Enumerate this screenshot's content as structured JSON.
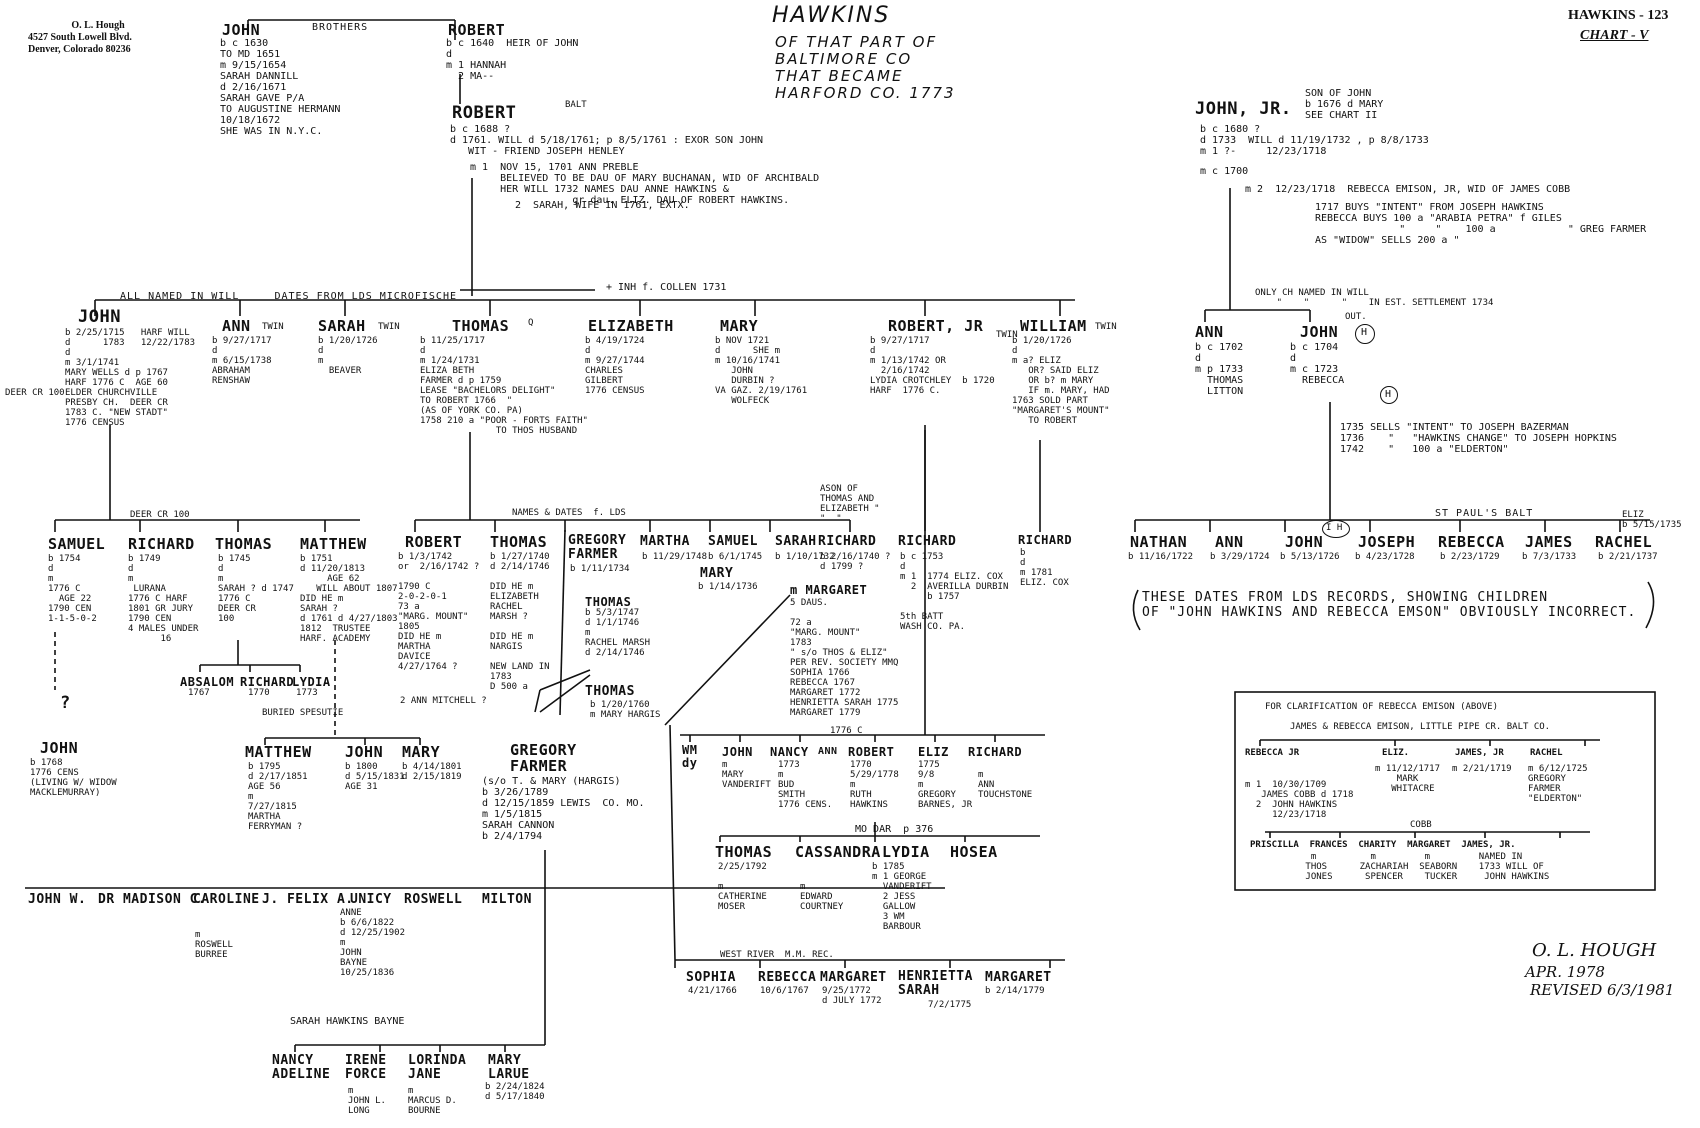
{
  "header": {
    "author_name": "O. L. Hough",
    "author_street": "4527 South Lowell Blvd.",
    "author_city": "Denver, Colorado 80236",
    "title": "HAWKINS",
    "subtitle": "OF THAT PART OF\nBALTIMORE CO\nTHAT BECAME\nHARFORD CO. 1773",
    "chart_id": "HAWKINS - 123",
    "chart_no": "CHART - V"
  },
  "gen1": {
    "john": {
      "name": "JOHN",
      "details": "b c 1630\nTO MD 1651\nm 9/15/1654\nSARAH DANNILL\nd 2/16/1671\nSARAH GAVE P/A\nTO AUGUSTINE HERMANN\n10/18/1672\nSHE WAS IN N.Y.C."
    },
    "brothers": "BROTHERS",
    "robert1640": {
      "name": "ROBERT",
      "details": "b c 1640  HEIR OF JOHN\nd\nm 1 HANNAH\n  2 MA--"
    }
  },
  "robert_balt": {
    "name": "ROBERT",
    "tag": "BALT",
    "details": "b c 1688 ?\nd 1761. WILL d 5/18/1761; p 8/5/1761 : EXOR SON JOHN\n   WIT - FRIEND JOSEPH HENLEY",
    "m1": "m 1  NOV 15, 1701 ANN PREBLE\n     BELIEVED TO BE DAU OF MARY BUCHANAN, WID OF ARCHIBALD\n     HER WILL 1732 NAMES DAU ANNE HAWKINS &\n                 gr dau. ELIZ. DAU OF ROBERT HAWKINS.",
    "m2": "2  SARAH, WIFE IN 1761, EXTX.",
    "inh": "+ INH f. COLLEN 1731"
  },
  "children_bar": "ALL NAMED IN WILL     DATES FROM LDS MICROFISCHE",
  "gen3": [
    {
      "name": "JOHN",
      "details": "b 2/25/1715   HARF WILL\nd      1783   12/22/1783\nd\nm 3/1/1741\nMARY WELLS d p 1767\nHARF 1776 C  AGE 60\nELDER CHURCHVILLE\nPRESBY CH.  DEER CR\n1783 C. \"NEW STADT\"\n1776 CENSUS",
      "pre": "DEER CR 100"
    },
    {
      "name": "ANN",
      "tag": "TWIN",
      "details": "b 9/27/1717\nd\nm 6/15/1738\nABRAHAM\nRENSHAW"
    },
    {
      "name": "SARAH",
      "tag": "TWIN",
      "details": "b 1/20/1726\nd\nm\n  BEAVER"
    },
    {
      "name": "THOMAS",
      "tag": "Q",
      "details": "b 11/25/1717\nd\nm 1/24/1731\nELIZA BETH\nFARMER d p 1759\nLEASE \"BACHELORS DELIGHT\"\nTO ROBERT 1766  \"\n(AS OF YORK CO. PA)\n1758 210 a \"POOR - FORTS FAITH\"\n              TO THOS HUSBAND"
    },
    {
      "name": "ELIZABETH",
      "details": "b 4/19/1724\nd\nm 9/27/1744\nCHARLES\nGILBERT\n1776 CENSUS"
    },
    {
      "name": "MARY",
      "details": "b NOV 1721\nd      SHE m\nm 10/16/1741\n   JOHN\n   DURBIN ?\nVA GAZ. 2/19/1761\n   WOLFECK"
    },
    {
      "name": "ROBERT, JR",
      "tag": "TWIN",
      "details": "b 9/27/1717\nd\nm 1/13/1742 OR\n  2/16/1742\nLYDIA CROTCHLEY  b 1720\nHARF  1776 C."
    },
    {
      "name": "WILLIAM",
      "tag": "TWIN",
      "details": "b 1/20/1726\nd\nm a? ELIZ\n   OR? SAID ELIZ\n   OR b? m MARY\n   IF m. MARY, HAD\n1763 SOLD PART\n\"MARGARET'S MOUNT\"\n   TO ROBERT"
    }
  ],
  "john_jr": {
    "name": "JOHN, JR.",
    "note": "SON OF JOHN\nb 1676 d MARY\nSEE CHART II",
    "details": "b c 1680 ?\nd 1733  WILL d 11/19/1732 , p 8/8/1733\nm 1 ?-     12/23/1718",
    "m_c": "m c 1700",
    "m2": "m 2  12/23/1718  REBECCA EMISON, JR, WID OF JAMES COBB",
    "m2_notes": "1717 BUYS \"INTENT\" FROM JOSEPH HAWKINS\nREBECCA BUYS 100 a \"ARABIA PETRA\" f GILES\n              \"     \"    100 a            \" GREG FARMER\nAS \"WIDOW\" SELLS 200 a \"",
    "only_ch": "ONLY CH NAMED IN WILL\n    \"    \"      \"    IN EST. SETTLEMENT 1734",
    "ann": {
      "name": "ANN",
      "details": "b c 1702\nd\nm p 1733\n  THOMAS\n  LITTON"
    },
    "john": {
      "name": "JOHN",
      "tag": "H",
      "out": "OUT.",
      "details": "b c 1704\nd\nm c 1723\n  REBECCA",
      "reb_tag": "H",
      "sales": "1735 SELLS \"INTENT\" TO JOSEPH BAZERMAN\n1736    \"   \"HAWKINS CHANGE\" TO JOSEPH HOPKINS\n1742    \"   100 a \"ELDERTON\""
    },
    "st_pauls": "ST PAUL'S BALT"
  },
  "john_jr_children": [
    {
      "name": "NATHAN",
      "dates": "b 11/16/1722"
    },
    {
      "name": "ANN",
      "dates": "b 3/29/1724"
    },
    {
      "name": "JOHN",
      "tag": "I H",
      "dates": "b 5/13/1726"
    },
    {
      "name": "JOSEPH",
      "dates": "b 4/23/1728"
    },
    {
      "name": "REBECCA",
      "dates": "b 2/23/1729"
    },
    {
      "name": "JAMES",
      "dates": "b 7/3/1733"
    },
    {
      "name": "RACHEL",
      "tag": "ELIZ\nb 5/15/1735",
      "dates": "b 2/21/1737"
    }
  ],
  "lds_note": "THESE DATES FROM LDS RECORDS, SHOWING CHILDREN\nOF \"JOHN HAWKINS AND REBECCA EMSON\" OBVIOUSLY INCORRECT.",
  "clarify_box": {
    "title": "FOR CLARIFICATION OF REBECCA EMISON (ABOVE)",
    "parents": "JAMES & REBECCA EMISON, LITTLE PIPE CR. BALT CO.",
    "kids": [
      {
        "name": "REBECCA JR",
        "details": "m 1  10/30/1709\n   JAMES COBB d 1718\n  2  JOHN HAWKINS\n     12/23/1718"
      },
      {
        "name": "ELIZ.",
        "details": "m 11/12/1717\n    MARK\n   WHITACRE"
      },
      {
        "name": "JAMES, JR",
        "details": "m 2/21/1719"
      },
      {
        "name": "RACHEL",
        "details": "m 6/12/1725\nGREGORY\nFARMER\n\"ELDERTON\""
      }
    ],
    "cobb": "COBB",
    "grandkids": "PRISCILLA  FRANCES  CHARITY  MARGARET  JAMES, JR.",
    "spouses": "  m          m         m         NAMED IN\n THOS      ZACHARIAH  SEABORN    1733 WILL OF\n JONES      SPENCER    TUCKER     JOHN HAWKINS"
  },
  "signature": {
    "name": "O. L. HOUGH",
    "date": "APR. 1978",
    "revised": "REVISED 6/3/1981"
  },
  "john_kids_bar": "DEER CR 100",
  "gen4_john": [
    {
      "name": "SAMUEL",
      "details": "b 1754\nd\nm\n1776 C\n  AGE 22\n1790 CEN\n1-1-5-0-2"
    },
    {
      "name": "RICHARD",
      "details": "b 1749\nd\nm\n LURANA\n1776 C HARF\n1801 GR JURY\n1790 CEN\n4 MALES UNDER\n      16"
    },
    {
      "name": "THOMAS",
      "details": "b 1745\nd\nm\nSARAH ? d 1747\n1776 C\nDEER CR\n100"
    },
    {
      "name": "MATTHEW",
      "details": "b 1751\nd 11/20/1813\n     AGE 62\n   WILL ABOUT 1807\nDID HE m\nSARAH ?\nd 1761 d 4/27/1803\n1812  TRUSTEE\nHARF. ACADEMY"
    }
  ],
  "thomas_kids_bar": "NAMES & DATES  f. LDS",
  "margaret_note": "ASON OF\nTHOMAS AND\nELIZABETH \"\n\"  \"",
  "gen4_thomas": [
    {
      "name": "ROBERT",
      "details": "b 1/3/1742\nor  2/16/1742 ?\n\n1790 C\n2-0-2-0-1\n73 a\n\"MARG. MOUNT\"\n1805\nDID HE m\nMARTHA\nDAVICE\n4/27/1764 ?"
    },
    {
      "name": "THOMAS",
      "details": "b 1/27/1740\nd 2/14/1746\n\nDID HE m\nELIZABETH\nRACHEL\nMARSH ?\n\nDID HE m\nNARGIS\n\nNEW LAND IN\n1783\nD 500 a"
    },
    {
      "name": "GREGORY\nFARMER",
      "details": "b 1/11/1734"
    },
    {
      "name": "MARTHA",
      "details": "b 11/29/1748"
    },
    {
      "name": "SAMUEL",
      "details": "b 6/1/1745"
    },
    {
      "name": "SARAH",
      "details": "b 1/10/1732"
    },
    {
      "name": "RICHARD",
      "details": "b 2/16/1740 ?\nd 1799 ?"
    },
    {
      "name": "MARY",
      "details": "b 1/14/1736"
    }
  ],
  "thomas_marsh": {
    "name": "THOMAS",
    "details": "b 5/3/1747\nd 1/1/1746\nm\nRACHEL MARSH\nd 2/14/1746"
  },
  "thomas1760": {
    "name": "THOMAS",
    "details": "b 1/20/1760\nm MARY HARGIS"
  },
  "ann_mitchell": "2 ANN MITCHELL ?",
  "gregory": {
    "name": "GREGORY\nFARMER",
    "details": "(s/o T. & MARY (HARGIS)\nb 3/26/1789\nd 12/15/1859 LEWIS  CO. MO.\nm 1/5/1815\nSARAH CANNON\nb 2/4/1794"
  },
  "richard_kids": {
    "margaret": {
      "name": "m MARGARET",
      "details": "5 DAUS.\n\n72 a\n\"MARG. MOUNT\"\n1783\n\" s/o THOS & ELIZ\"\nPER REV. SOCIETY MMQ\nSOPHIA 1766\nREBECCA 1767\nMARGARET 1772\nHENRIETTA SARAH 1775\nMARGARET 1779"
    },
    "richard1753": {
      "name": "RICHARD",
      "details": "b c 1753\nd\nm 1  1774 ELIZ. COX\n  2  AVERILLA DURBIN\n     b 1757\n\n5th BATT\nWASH CO. PA."
    },
    "richard_cox": {
      "name": "RICHARD",
      "details": "b\nd\nm 1781\nELIZ. COX"
    }
  },
  "robert_kids_bar": "1776 C",
  "gen4_robert": [
    {
      "name": "WM\ndy",
      "details": ""
    },
    {
      "name": "JOHN",
      "details": "m\nMARY\nVANDERIFT"
    },
    {
      "name": "NANCY",
      "details": "1773\nm\nBUD\nSMITH\n1776 CENS."
    },
    {
      "name": "ANN",
      "details": ""
    },
    {
      "name": "ROBERT",
      "details": "1770\n5/29/1778\nm\nRUTH\nHAWKINS"
    },
    {
      "name": "ELIZ",
      "details": "1775\n9/8\nm\nGREGORY\nBARNES, JR"
    },
    {
      "name": "RICHARD",
      "details": "m\nANN\nTOUCHSTONE"
    }
  ],
  "mo_dar": "MO DAR  p 376",
  "gen5_robert": [
    {
      "name": "THOMAS",
      "details": "2/25/1792\n\nm\nCATHERINE\nMOSER"
    },
    {
      "name": "CASSANDRA",
      "details": "\n\nm\nEDWARD\nCOURTNEY"
    },
    {
      "name": "LYDIA",
      "details": "b 1785\nm 1 GEORGE\n  VANDERIFT\n  2 JESS\n  GALLOW\n  3 WM\n  BARBOUR"
    },
    {
      "name": "HOSEA",
      "details": ""
    }
  ],
  "west_river": "WEST RIVER  M.M. REC.",
  "richard_daus": [
    {
      "name": "SOPHIA",
      "dates": "4/21/1766"
    },
    {
      "name": "REBECCA",
      "dates": "10/6/1767"
    },
    {
      "name": "MARGARET",
      "dates": "9/25/1772\nd JULY 1772"
    },
    {
      "name": "HENRIETTA\nSARAH",
      "dates": "7/2/1775"
    },
    {
      "name": "MARGARET",
      "dates": "b 2/14/1779"
    }
  ],
  "matthew_kids": [
    {
      "name": "ABSALOM",
      "dates": "1767"
    },
    {
      "name": "RICHARD",
      "dates": "1770"
    },
    {
      "name": "LYDIA",
      "dates": "1773"
    }
  ],
  "buried": "BURIED SPESUTIE",
  "gen5_matthew": [
    {
      "name": "MATTHEW",
      "details": "b 1795\nd 2/17/1851\nAGE 56\nm\n7/27/1815\nMARTHA\nFERRYMAN ?"
    },
    {
      "name": "JOHN",
      "details": "b 1800\nd 5/15/1831\nAGE 31"
    },
    {
      "name": "MARY",
      "details": "b 4/14/1801\nd 2/15/1819"
    }
  ],
  "john1768": {
    "q": "?",
    "name": "JOHN",
    "details": "b 1768\n1776 CENS\n(LIVING W/ WIDOW\nMACKLEMURRAY)"
  },
  "gen6_gregory": [
    {
      "name": "JOHN W.",
      "details": ""
    },
    {
      "name": "DR MADISON C.",
      "details": ""
    },
    {
      "name": "CAROLINE",
      "details": "m\nROSWELL\nBURREE"
    },
    {
      "name": "J. FELIX A.",
      "details": ""
    },
    {
      "name": "UNICY",
      "details": "ANNE\nb 6/6/1822\nd 12/25/1902\nm\nJOHN\nBAYNE\n10/25/1836"
    },
    {
      "name": "ROSWELL",
      "details": ""
    },
    {
      "name": "MILTON",
      "details": ""
    }
  ],
  "sarah_bayne": "SARAH HAWKINS BAYNE",
  "gen7_bayne": [
    {
      "name": "NANCY\nADELINE",
      "details": ""
    },
    {
      "name": "IRENE\nFORCE",
      "details": "m\nJOHN L.\nLONG"
    },
    {
      "name": "LORINDA\nJANE",
      "details": "m\nMARCUS D.\nBOURNE"
    },
    {
      "name": "MARY\nLARUE",
      "details": "b 2/24/1824\nd 5/17/1840"
    }
  ]
}
